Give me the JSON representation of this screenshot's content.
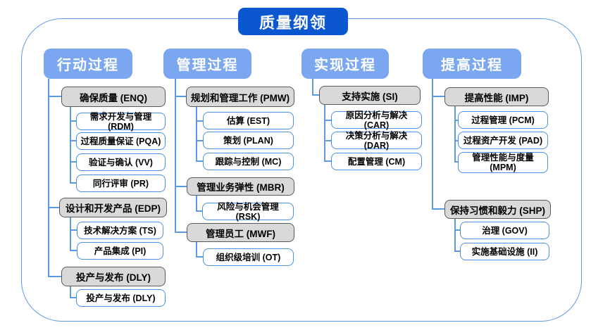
{
  "title": "质量纲领",
  "colors": {
    "title_bg": "#0b57d0",
    "header_bg": "#7aa7f0",
    "connector": "#5b9be6",
    "gray_fill": "#d9d9d9",
    "gray_border": "#595959",
    "white_box_border": "#4a90e2",
    "box_text": "#000000",
    "header_text": "#ffffff"
  },
  "columns": [
    {
      "header": "行动过程",
      "groups": [
        {
          "label": "确保质量 (ENQ)",
          "children": [
            "需求开发与管理 (RDM)",
            "过程质量保证 (PQA)",
            "验证与确认 (VV)",
            "同行评审 (PR)"
          ]
        },
        {
          "label": "设计和开发产品 (EDP)",
          "children": [
            "技术解决方案 (TS)",
            "产品集成 (PI)"
          ]
        },
        {
          "label": "投产与发布 (DLY)",
          "children": [
            "投产与发布 (DLY)"
          ]
        }
      ]
    },
    {
      "header": "管理过程",
      "groups": [
        {
          "label": "规划和管理工作 (PMW)",
          "children": [
            "估算 (EST)",
            "策划 (PLAN)",
            "跟踪与控制 (MC)"
          ]
        },
        {
          "label": "管理业务弹性 (MBR)",
          "children": [
            "风险与机会管理 (RSK)"
          ]
        },
        {
          "label": "管理员工 (MWF)",
          "children": [
            "组织级培训 (OT)"
          ]
        }
      ]
    },
    {
      "header": "实现过程",
      "groups": [
        {
          "label": "支持实施 (SI)",
          "children": [
            "原因分析与解决 (CAR)",
            "决策分析与解决 (DAR)",
            "配置管理 (CM)"
          ]
        }
      ]
    },
    {
      "header": "提高过程",
      "groups": [
        {
          "label": "提高性能 (IMP)",
          "children": [
            "过程管理 (PCM)",
            "过程资产开发 (PAD)",
            "管理性能与度量 (MPM)"
          ]
        },
        {
          "label": "保持习惯和毅力 (SHP)",
          "children": [
            "治理 (GOV)",
            "实施基础设施 (II)"
          ]
        }
      ]
    }
  ]
}
